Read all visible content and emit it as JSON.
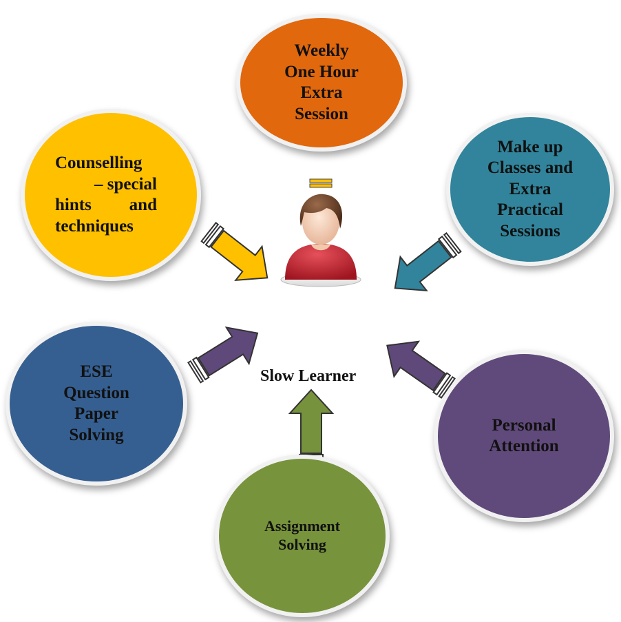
{
  "center": {
    "label": "Slow Learner"
  },
  "nodes": {
    "weekly": {
      "label": "Weekly\nOne Hour\nExtra\nSession",
      "color": "#e1680d"
    },
    "makeup": {
      "label": "Make up\nClasses and\nExtra\nPractical\nSessions",
      "color": "#31849b"
    },
    "counselling": {
      "lines": [
        "Counselling",
        "– special",
        "hints and",
        "techniques"
      ],
      "color": "#ffc000"
    },
    "ese": {
      "label": "ESE\nQuestion\nPaper\nSolving",
      "color": "#365f91"
    },
    "personal": {
      "label": "Personal\nAttention",
      "color": "#604a7b"
    },
    "assignment": {
      "label": "Assignment\nSolving",
      "color": "#77933c"
    }
  },
  "icons": {
    "learner": "person-avatar-icon"
  },
  "arrow_colors": {
    "yellow": "#ffc000",
    "teal": "#31849b",
    "purple": "#5f497a",
    "green": "#76923c"
  }
}
